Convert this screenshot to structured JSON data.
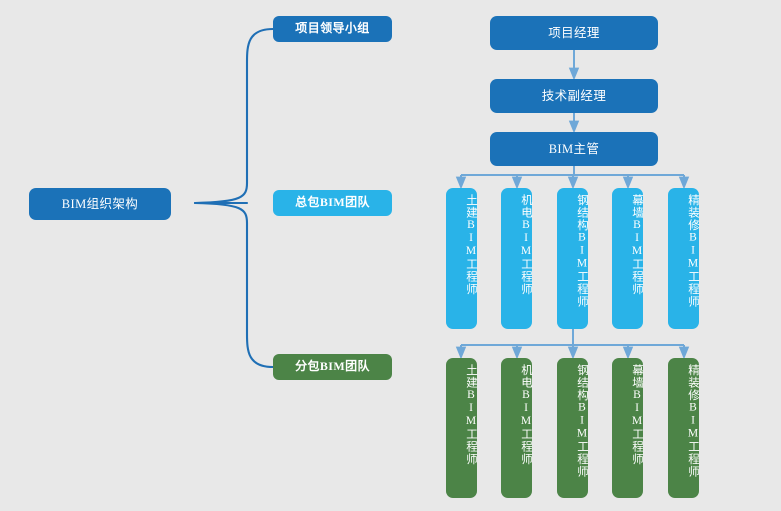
{
  "diagram": {
    "title": "BIM组织架构",
    "background_color": "#e8e8e8",
    "root": {
      "label": "BIM组织架构",
      "color": "#1b72b8"
    },
    "branches": [
      {
        "id": "leadership",
        "label": "项目领导小组",
        "color": "#1b72b8"
      },
      {
        "id": "main-contractor",
        "label": "总包BIM团队",
        "color": "#29b3e8"
      },
      {
        "id": "subcontractor",
        "label": "分包BIM团队",
        "color": "#4c8447"
      }
    ],
    "chain": [
      {
        "label": "项目经理",
        "color": "#1b72b8"
      },
      {
        "label": "技术副经理",
        "color": "#1b72b8"
      },
      {
        "label": "BIM主管",
        "color": "#1b72b8"
      }
    ],
    "main_team_roles": [
      {
        "label": "土建BIM工程师",
        "color": "#29b3e8"
      },
      {
        "label": "机电BIM工程师",
        "color": "#29b3e8"
      },
      {
        "label": "钢结构BIM工程师",
        "color": "#29b3e8"
      },
      {
        "label": "幕墙BIM工程师",
        "color": "#29b3e8"
      },
      {
        "label": "精装修BIM工程师",
        "color": "#29b3e8"
      }
    ],
    "sub_team_roles": [
      {
        "label": "土建BIM工程师",
        "color": "#4c8447"
      },
      {
        "label": "机电BIM工程师",
        "color": "#4c8447"
      },
      {
        "label": "钢结构BIM工程师",
        "color": "#4c8447"
      },
      {
        "label": "幕墙BIM工程师",
        "color": "#4c8447"
      },
      {
        "label": "精装修BIM工程师",
        "color": "#4c8447"
      }
    ],
    "connector_colors": {
      "brace": "#1f6fb5",
      "arrow": "#6fa8d8"
    }
  }
}
